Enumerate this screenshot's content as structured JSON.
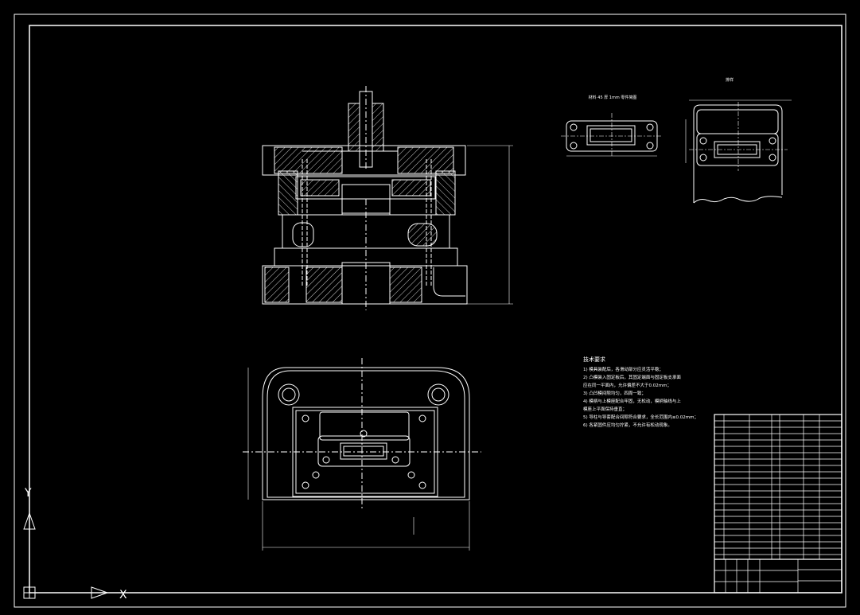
{
  "colors": {
    "background": "#000000",
    "line": "#ffffff",
    "hatch": "#ffffff"
  },
  "drawing": {
    "notes_title": "技术要求",
    "notes": [
      "1) 模具装配后，各滑动部分应灵活平稳；",
      "2) 凸模装入固定板后，其固定端面与固定板支承面",
      "   应在同一平面内，允许偏差不大于0.02mm；",
      "3) 凸凹模间隙均匀，四周一致；",
      "4) 模柄与上模座配合牢固，无松动，模柄轴线与上",
      "   模座上平面保持垂直；",
      "5) 导柱与导套配合间隙符合要求，全长范围内≤0.02mm；",
      "6) 各紧固件应均匀拧紧，不允许有松动现象。"
    ],
    "part_view_label": "材料 45 厚 1mm 零件简图",
    "layout_view_label": "排样"
  },
  "ucs": {
    "x_label": "X",
    "y_label": "Y",
    "icon": "ucs-axis-icon"
  }
}
